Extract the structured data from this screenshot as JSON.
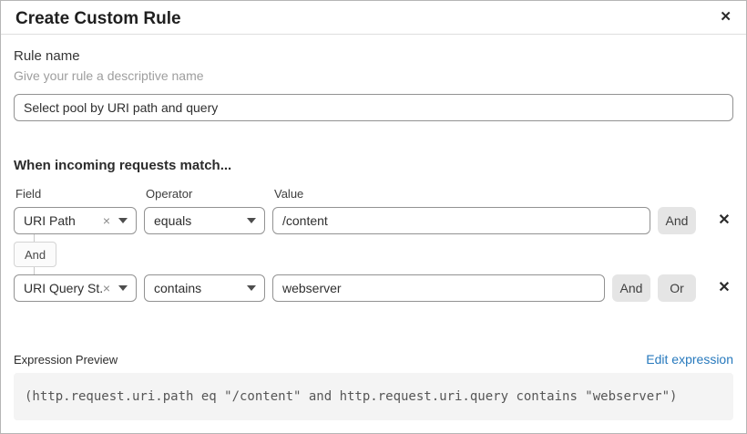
{
  "dialog": {
    "title": "Create Custom Rule"
  },
  "icons": {
    "close": "✕",
    "remove_condition": "✕",
    "clear_selection": "×"
  },
  "rule_name": {
    "label": "Rule name",
    "helper": "Give your rule a descriptive name",
    "value": "Select pool by URI path and query"
  },
  "matcher": {
    "heading": "When incoming requests match...",
    "columns": {
      "field": "Field",
      "operator": "Operator",
      "value": "Value"
    },
    "connector_label": "And",
    "rows": [
      {
        "field": "URI Path",
        "operator": "equals",
        "value": "/content",
        "and_label": "And"
      },
      {
        "field": "URI Query St...",
        "operator": "contains",
        "value": "webserver",
        "and_label": "And",
        "or_label": "Or"
      }
    ]
  },
  "expression_preview": {
    "label": "Expression Preview",
    "edit_link": "Edit expression",
    "code": "(http.request.uri.path eq \"/content\" and http.request.uri.query contains \"webserver\")"
  },
  "colors": {
    "link_blue": "#2779bd",
    "button_gray": "#e5e5e5",
    "code_bg": "#f4f4f4"
  }
}
